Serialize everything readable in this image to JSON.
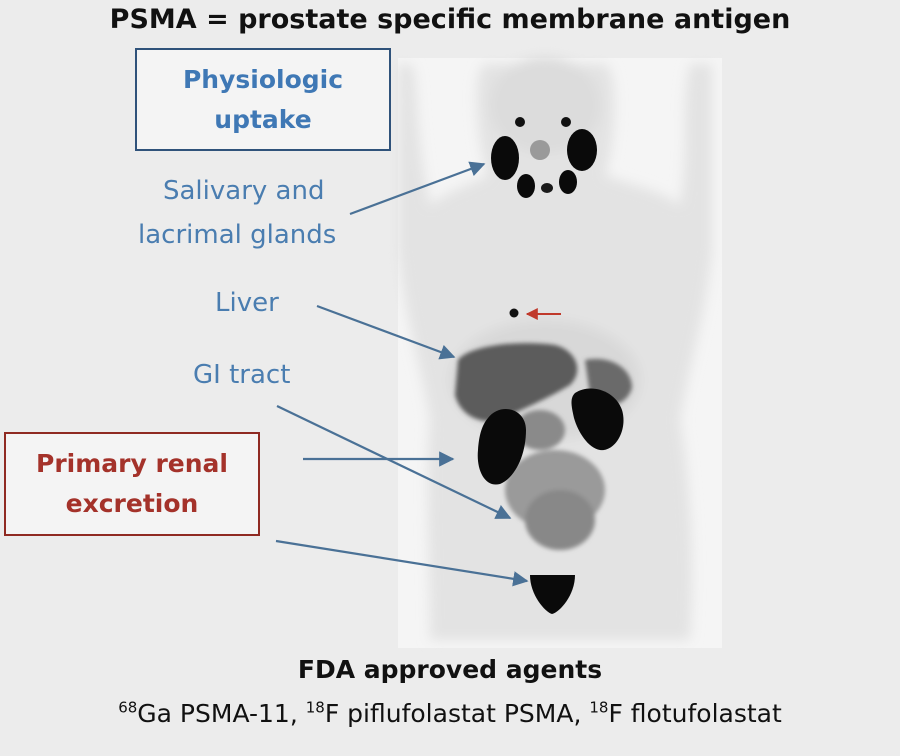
{
  "title": "PSMA = prostate specific membrane antigen",
  "boxes": {
    "physiologic": {
      "line1": "Physiologic",
      "line2": "uptake"
    },
    "renal": {
      "line1": "Primary renal",
      "line2": "excretion"
    }
  },
  "labels": {
    "salivary_line1": "Salivary and",
    "salivary_line2": "lacrimal glands",
    "liver": "Liver",
    "gi": "GI tract"
  },
  "footer": {
    "heading": "FDA approved agents",
    "agents": [
      {
        "isotope": "68",
        "name": "Ga PSMA-11"
      },
      {
        "isotope": "18",
        "name": "F piflufolastat PSMA"
      },
      {
        "isotope": "18",
        "name": "F flotufolastat"
      }
    ]
  },
  "colors": {
    "label_blue": "#4a7db0",
    "arrow_blue": "#4a7196",
    "box_blue_border": "#2f527a",
    "renal_red": "#a4322a",
    "marker_red": "#c0392b"
  }
}
